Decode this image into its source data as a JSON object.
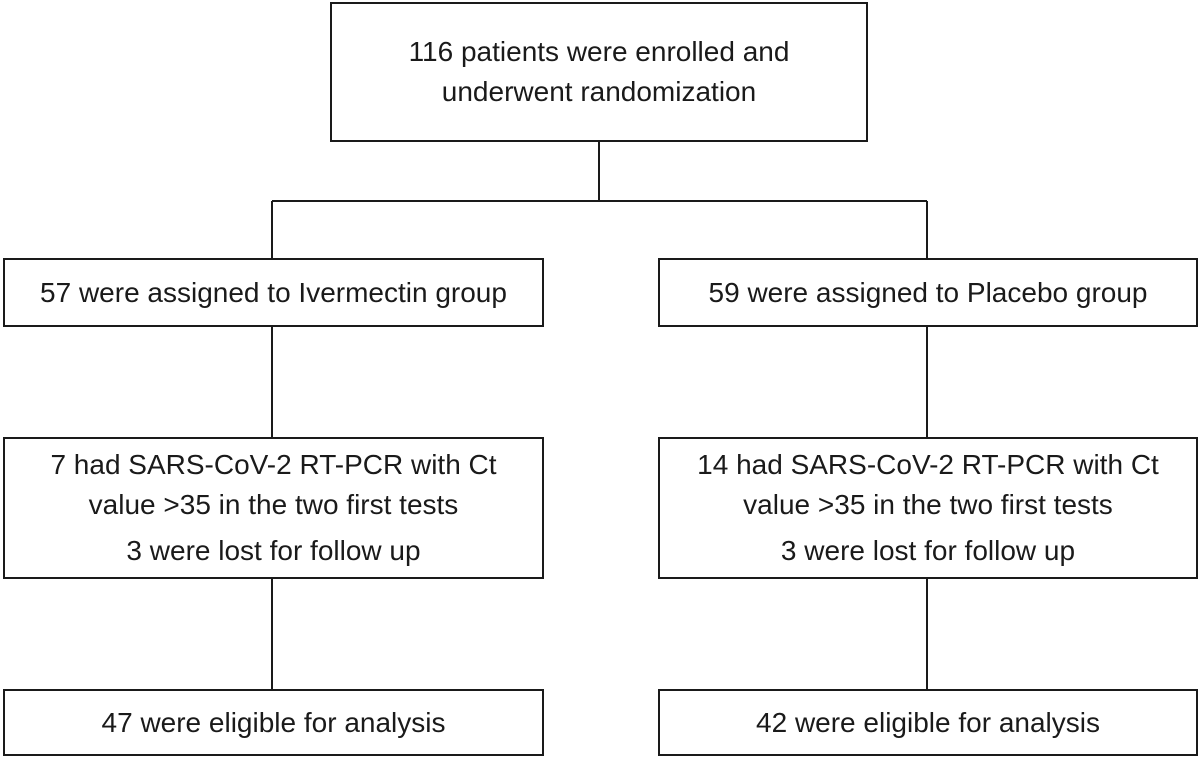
{
  "enrollment": {
    "line1": "116 patients were enrolled and",
    "line2": "underwent randomization"
  },
  "arms": [
    {
      "allocation": "57 were assigned to Ivermectin  group",
      "exclusion_line1": "7 had SARS-CoV-2  RT-PCR  with Ct",
      "exclusion_line2": "value >35 in the two first tests",
      "lost": "3 were lost for follow up",
      "analysis": "47 were eligible for analysis"
    },
    {
      "allocation": "59 were assigned to Placebo  group",
      "exclusion_line1": "14 had SARS-CoV-2  RT-PCR  with Ct",
      "exclusion_line2": "value >35 in the two first tests",
      "lost": "3 were lost for follow up",
      "analysis": "42 were eligible for analysis"
    }
  ]
}
